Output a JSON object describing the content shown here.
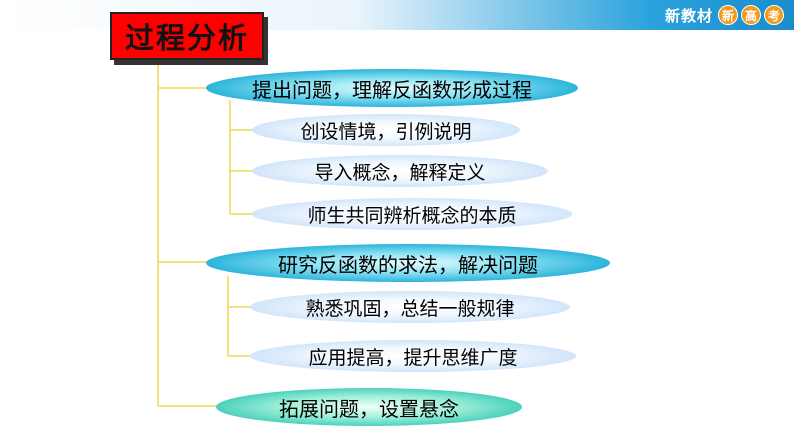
{
  "header": {
    "brand_text": "新教材",
    "brand_circles": [
      "新",
      "高",
      "考"
    ]
  },
  "title": "过程分析",
  "outline": {
    "sections": [
      {
        "label": "提出问题，理解反函数形成过程",
        "items": [
          "创设情境，引例说明",
          "导入概念，解释定义",
          "师生共同辨析概念的本质"
        ]
      },
      {
        "label": "研究反函数的求法，解决问题",
        "items": [
          "熟悉巩固，总结一般规律",
          "应用提高，提升思维广度"
        ]
      },
      {
        "label": "拓展问题，设置悬念",
        "items": []
      }
    ]
  },
  "colors": {
    "title_bg": "#ff0000",
    "connector": "#f2e27a",
    "header_accent": "#1b8ccc",
    "brand_circle": "#f39a1e"
  }
}
